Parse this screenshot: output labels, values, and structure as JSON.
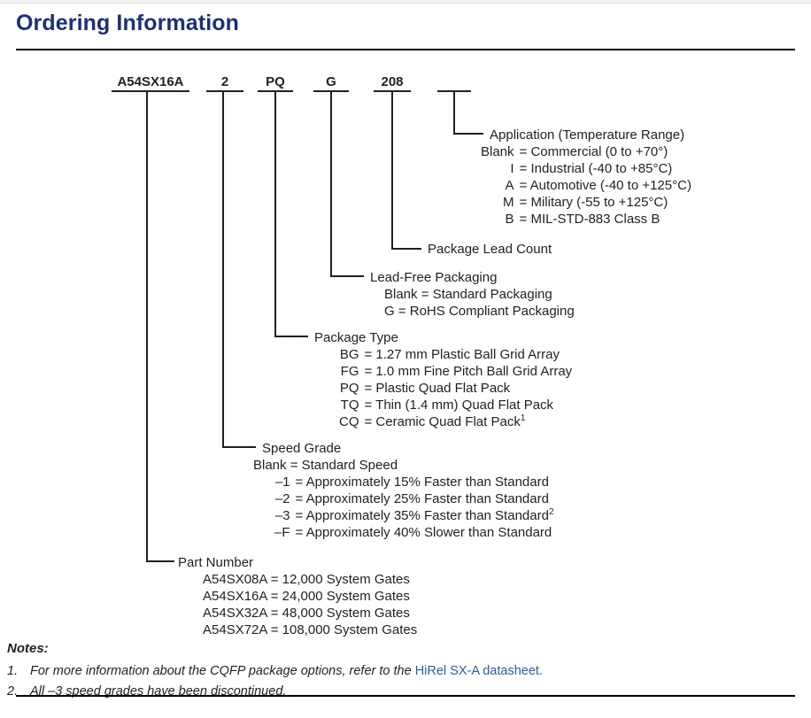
{
  "page": {
    "title": "Ordering Information"
  },
  "part_code": {
    "tokens": [
      {
        "label": "A54SX16A",
        "name": "part-number-token"
      },
      {
        "label": "2",
        "name": "speed-grade-token"
      },
      {
        "label": "PQ",
        "name": "package-type-token"
      },
      {
        "label": "G",
        "name": "lead-free-token"
      },
      {
        "label": "208",
        "name": "lead-count-token"
      }
    ]
  },
  "application": {
    "heading": "Application (Temperature Range)",
    "rows": [
      {
        "key": "Blank",
        "value": "= Commercial (0 to +70°)"
      },
      {
        "key": "I",
        "value": "= Industrial (-40 to +85°C)"
      },
      {
        "key": "A",
        "value": "= Automotive (-40 to +125°C)"
      },
      {
        "key": "M",
        "value": "= Military (-55 to +125°C)"
      },
      {
        "key": "B",
        "value": "= MIL-STD-883 Class B"
      }
    ]
  },
  "lead_count": {
    "heading": "Package Lead Count"
  },
  "lead_free": {
    "heading": "Lead-Free Packaging",
    "rows": [
      "Blank = Standard Packaging",
      "G = RoHS Compliant Packaging"
    ]
  },
  "package_type": {
    "heading": "Package Type",
    "rows": [
      {
        "key": "BG",
        "value": "= 1.27 mm Plastic Ball Grid Array",
        "sup": ""
      },
      {
        "key": "FG",
        "value": "= 1.0 mm Fine Pitch Ball Grid Array",
        "sup": ""
      },
      {
        "key": "PQ",
        "value": "= Plastic Quad Flat Pack",
        "sup": ""
      },
      {
        "key": "TQ",
        "value": "= Thin (1.4 mm) Quad Flat Pack",
        "sup": ""
      },
      {
        "key": "CQ",
        "value": "= Ceramic Quad Flat Pack",
        "sup": "1"
      }
    ]
  },
  "speed_grade": {
    "heading": "Speed Grade",
    "blank_row": "Blank = Standard Speed",
    "rows": [
      {
        "key": "–1",
        "value": "= Approximately 15% Faster than Standard",
        "sup": ""
      },
      {
        "key": "–2",
        "value": "= Approximately 25% Faster than Standard",
        "sup": ""
      },
      {
        "key": "–3",
        "value": "= Approximately 35% Faster than Standard",
        "sup": "2"
      },
      {
        "key": "–F",
        "value": "= Approximately 40% Slower than Standard",
        "sup": ""
      }
    ]
  },
  "part_number": {
    "heading": "Part Number",
    "rows": [
      "A54SX08A = 12,000 System Gates",
      "A54SX16A = 24,000 System Gates",
      "A54SX32A = 48,000 System Gates",
      "A54SX72A = 108,000 System Gates"
    ]
  },
  "notes": {
    "title": "Notes:",
    "items": [
      {
        "num": "1.",
        "text_before": "For more information about the CQFP package options, refer to the ",
        "link": "HiRel SX-A datasheet.",
        "text_after": ""
      },
      {
        "num": "2.",
        "text_before": "All –3 speed grades have been discontinued.",
        "link": "",
        "text_after": ""
      }
    ]
  },
  "colors": {
    "title": "#1c3078",
    "text": "#231f20",
    "link": "#2d5d9e",
    "rule": "#000000"
  }
}
